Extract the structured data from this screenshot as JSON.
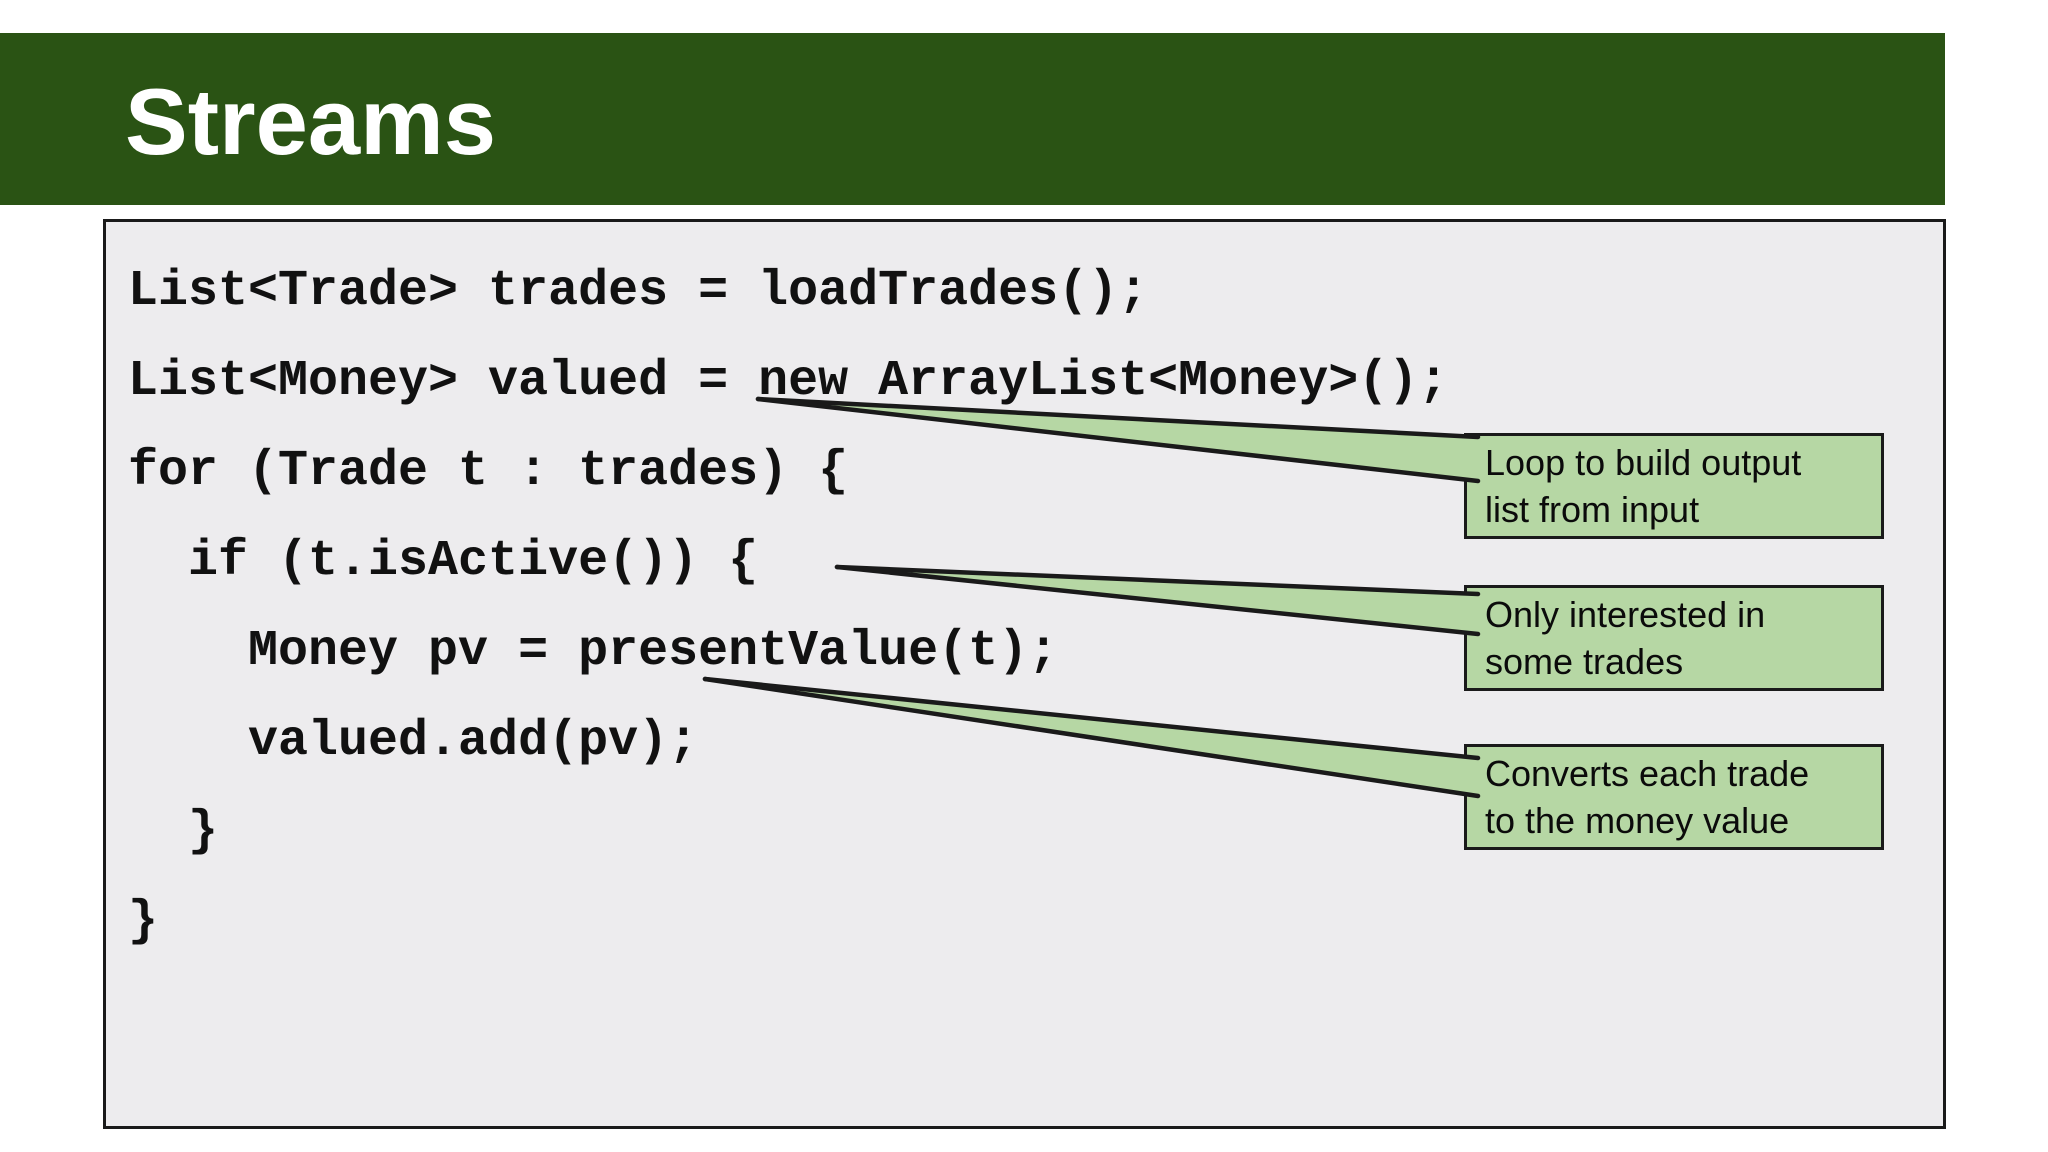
{
  "slide": {
    "title": "Streams",
    "colors": {
      "header_green": "#2A5314",
      "callout_green": "#B6D7A4",
      "code_panel_bg": "#EDECEE",
      "border_black": "#1A1A1A",
      "title_text": "#FFFFFF",
      "code_text": "#111111"
    }
  },
  "code": {
    "lines": [
      "List<Trade> trades = loadTrades();",
      "List<Money> valued = new ArrayList<Money>();",
      "for (Trade t : trades) {",
      "  if (t.isActive()) {",
      "    Money pv = presentValue(t);",
      "    valued.add(pv);",
      "  }",
      "}"
    ]
  },
  "callouts": [
    {
      "text": "Loop to build output\nlist from input"
    },
    {
      "text": "Only interested in\nsome trades"
    },
    {
      "text": "Converts each trade\nto the money value"
    }
  ]
}
